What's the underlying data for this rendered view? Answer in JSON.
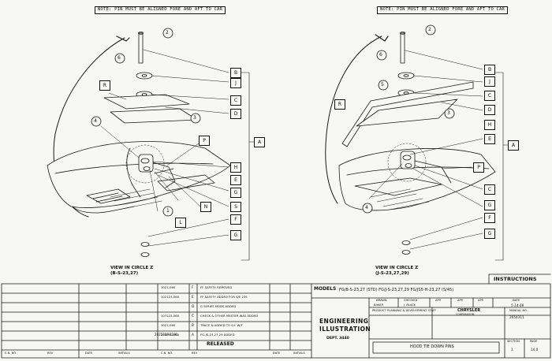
{
  "notes": {
    "left": "NOTE: PIN MUST BE ALIGNED FORE AND AFT TO CAR",
    "right": "NOTE: PIN MUST BE ALIGNED FORE AND AFT TO CAR"
  },
  "views": {
    "left": "VIEW IN CIRCLE Z\n(B-S-23,27)",
    "right": "VIEW IN CIRCLE Z\n(J-S-23,27,29)"
  },
  "callouts_left": {
    "circled": [
      "2",
      "6",
      "3",
      "4",
      "1"
    ],
    "boxed": [
      "B",
      "J",
      "C",
      "D",
      "H",
      "E",
      "G",
      "S",
      "F",
      "G",
      "R",
      "P",
      "N",
      "L",
      "A"
    ]
  },
  "callouts_right": {
    "circled": [
      "2",
      "6",
      "5",
      "3",
      "4"
    ],
    "boxed": [
      "B",
      "J",
      "C",
      "D",
      "H",
      "E",
      "F",
      "G",
      "A",
      "R",
      "P",
      "C",
      "G"
    ]
  },
  "title_block": {
    "instructions": "INSTRUCTIONS",
    "models_label": "MODELS",
    "models_value": "FG/B-S-23,27 (STD) FG/J-S-23,27,29 FG/JS5-H-23,27 (S/45)",
    "drawn_label": "DRAWN",
    "drawn_value": "BAKER",
    "checked_label": "CHECKED",
    "checked_value": "J. BLACK",
    "app1_label": "APP.",
    "app2_label": "APP.",
    "app3_label": "APP.",
    "date_label": "DATE",
    "date_value": "5-14-69",
    "dept_note": "PRODUCT PLANNING & DEVELOPMENT STAFF",
    "chrysler": "CHRYSLER",
    "corporation": "CORPORATION",
    "manual_label": "MANUAL NO.",
    "manual_value": "2654311",
    "eng_line1": "ENGINEERING",
    "eng_line2": "ILLUSTRATION",
    "dept": "DEPT. 3440",
    "title_value": "HOOD TIE DOWN PINS",
    "section_label": "SECTION",
    "page_label": "PAGE",
    "section_value": "1",
    "page_value": "14.0",
    "released": "RELEASED",
    "released_no": "2022318-1191",
    "revisions": [
      {
        "no": "1021-060",
        "ltr": "F",
        "text": "FF SAFETY REMOVED"
      },
      {
        "no": "102123-060",
        "ltr": "E",
        "text": "FF SAFETY ADDED FOR S/E 23S"
      },
      {
        "no": "",
        "ltr": "D",
        "text": "G SERIES MODS ADDED"
      },
      {
        "no": "107222-060",
        "ltr": "C",
        "text": "CHECK & OTHER MASTER WAS ADDED"
      },
      {
        "no": "1021-060",
        "ltr": "B",
        "text": "TRACE & ADDED TO G+ W/T"
      },
      {
        "no": "100000-060",
        "ltr": "A",
        "text": "FG-JS-23,27,29 ADDED"
      }
    ],
    "bottom_headings": [
      "C.N. NO.",
      "REV",
      "DATE",
      "INITIALS",
      "C.N. NO.",
      "REV",
      "DATE",
      "INITIALS"
    ]
  }
}
